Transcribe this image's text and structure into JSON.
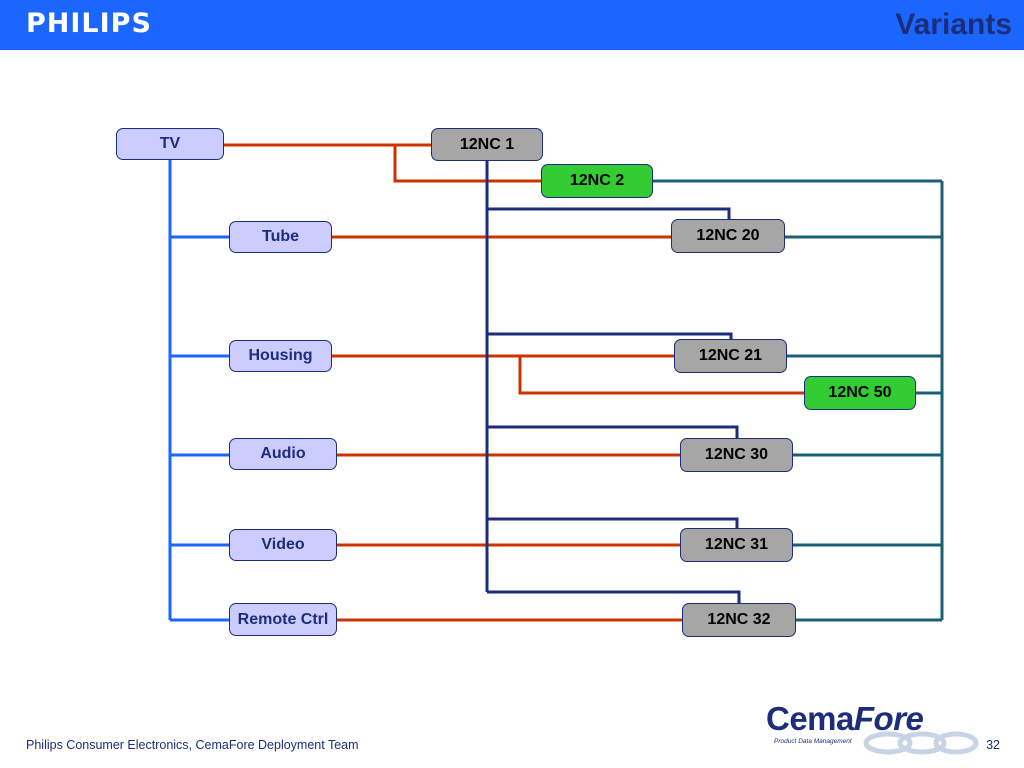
{
  "header": {
    "brand": "PHILIPS",
    "title": "Variants"
  },
  "components": {
    "tv": "TV",
    "tube": "Tube",
    "housing": "Housing",
    "audio": "Audio",
    "video": "Video",
    "remote": "Remote Ctrl"
  },
  "variants": {
    "nc1": "12NC 1",
    "nc2": "12NC 2",
    "nc20": "12NC 20",
    "nc21": "12NC 21",
    "nc50": "12NC 50",
    "nc30": "12NC 30",
    "nc31": "12NC 31",
    "nc32": "12NC 32"
  },
  "colors": {
    "header_bg": "#1a66ff",
    "component_fill": "#ccccff",
    "variant_fill": "#a6a6a6",
    "highlight_variant_fill": "#33cc33",
    "link_red": "#cc3300",
    "link_blue": "#1a66ff",
    "link_navy": "#1c2d7a",
    "link_teal": "#1a5f73"
  },
  "footer": {
    "text": "Philips Consumer Electronics, CemaFore Deployment Team",
    "page": "32",
    "logo_main": "Cema",
    "logo_fore": "Fore",
    "logo_sub": "Product Data Management"
  }
}
